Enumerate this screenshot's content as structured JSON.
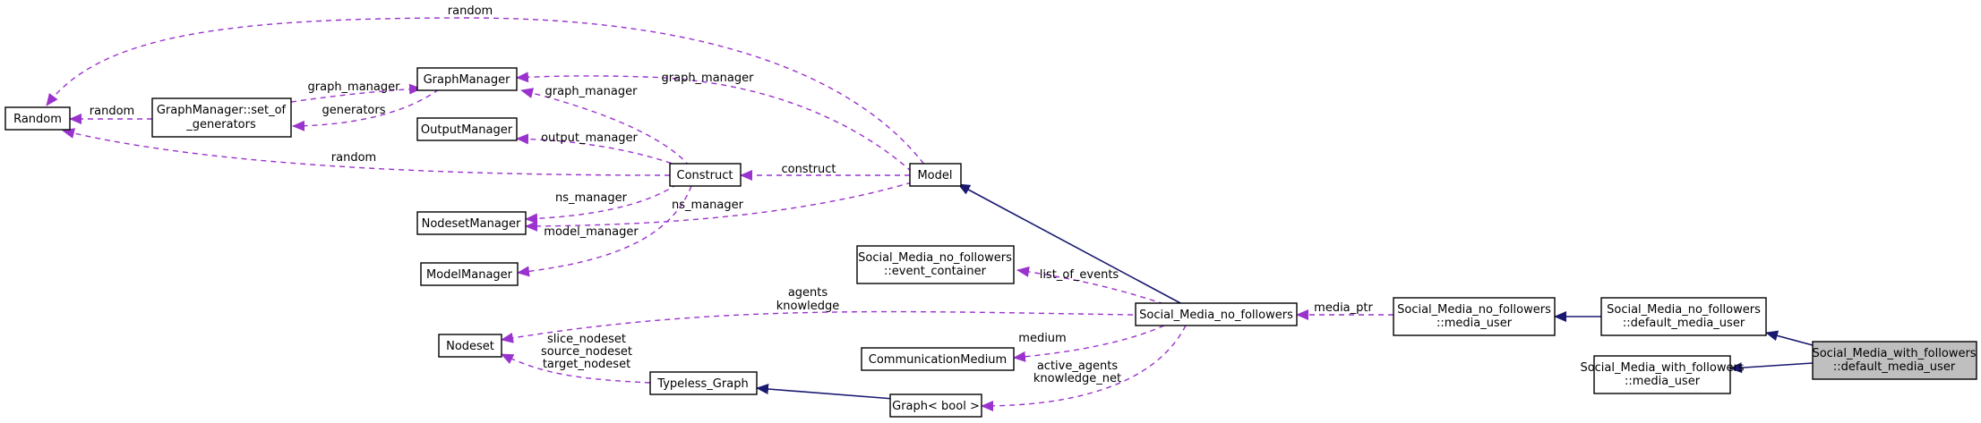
{
  "colors": {
    "dependency_edge": "#9a32cd",
    "inheritance_edge": "#191970",
    "highlight_fill": "#bfbfbf"
  },
  "nodes": {
    "random": [
      "Random"
    ],
    "gm_set": [
      "GraphManager::set_of",
      "_generators"
    ],
    "graph_manager": [
      "GraphManager"
    ],
    "output_manager": [
      "OutputManager"
    ],
    "nodeset_manager": [
      "NodesetManager"
    ],
    "model_manager": [
      "ModelManager"
    ],
    "construct": [
      "Construct"
    ],
    "model": [
      "Model"
    ],
    "event_container": [
      "Social_Media_no_followers",
      "::event_container"
    ],
    "nodeset": [
      "Nodeset"
    ],
    "comm_medium": [
      "CommunicationMedium"
    ],
    "typeless_graph": [
      "Typeless_Graph"
    ],
    "graph_bool": [
      "Graph< bool >"
    ],
    "smnf": [
      "Social_Media_no_followers"
    ],
    "media_user": [
      "Social_Media_no_followers",
      "::media_user"
    ],
    "default_media_user_nf": [
      "Social_Media_no_followers",
      "::default_media_user"
    ],
    "swf_media_user": [
      "Social_Media_with_followers",
      "::media_user"
    ],
    "swf_default_media_user": [
      "Social_Media_with_followers",
      "::default_media_user"
    ]
  },
  "edge_labels": {
    "model_random": [
      "random"
    ],
    "model_graph_manager": [
      "graph_manager"
    ],
    "gm_set_random": [
      "random"
    ],
    "gm_set_graph_manager": [
      "graph_manager"
    ],
    "graph_manager_generators": [
      "generators"
    ],
    "construct_random": [
      "random"
    ],
    "construct_graph_manager": [
      "graph_manager"
    ],
    "construct_output_manager": [
      "output_manager"
    ],
    "construct_ns_manager": [
      "ns_manager"
    ],
    "model_ns_manager": [
      "ns_manager"
    ],
    "construct_model_manager": [
      "model_manager"
    ],
    "model_construct": [
      "construct"
    ],
    "smnf_event_container": [
      "list_of_events"
    ],
    "smnf_nodeset": [
      "agents",
      "knowledge"
    ],
    "tg_nodeset": [
      "slice_nodeset",
      "source_nodeset",
      "target_nodeset"
    ],
    "smnf_comm_medium": [
      "medium"
    ],
    "smnf_graph_bool": [
      "active_agents",
      "knowledge_net"
    ],
    "media_user_smnf": [
      "media_ptr"
    ]
  }
}
